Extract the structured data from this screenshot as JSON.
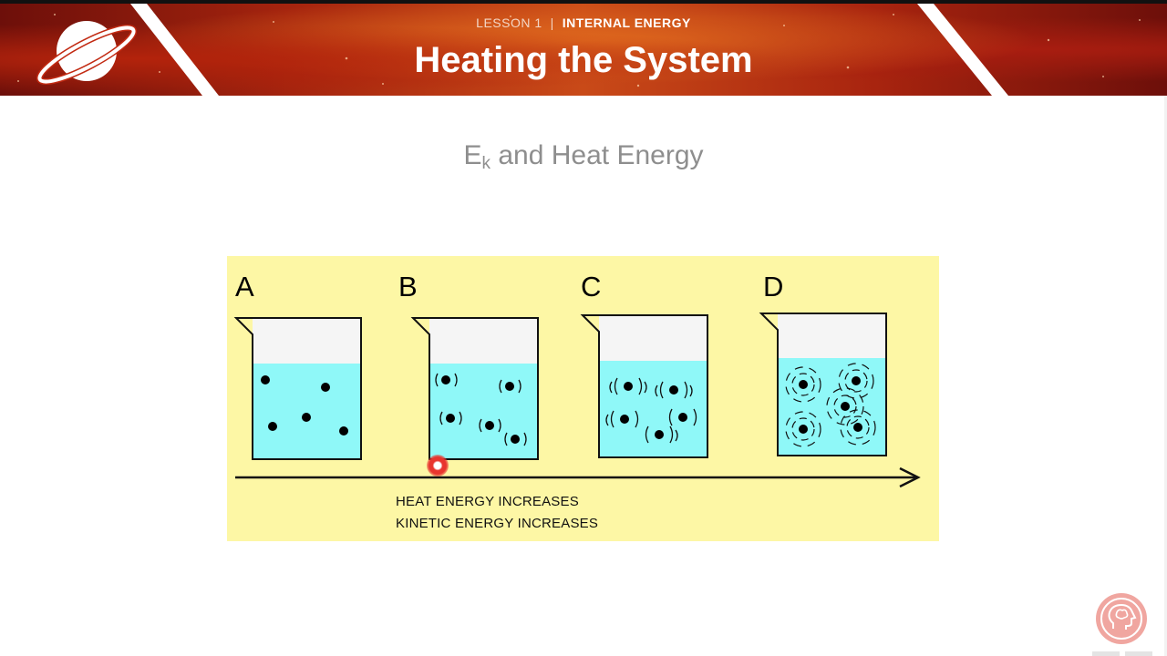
{
  "header": {
    "lesson": "LESSON 1",
    "topic": "INTERNAL ENERGY",
    "title": "Heating the System",
    "logo_icon": "planet-icon"
  },
  "slide": {
    "heading_main": "E",
    "heading_sub": "k",
    "heading_rest": " and Heat Energy"
  },
  "diagram": {
    "background": "#fdf7a5",
    "water_color": "#8ff8f8",
    "beakers": [
      {
        "label": "A",
        "motion": "none"
      },
      {
        "label": "B",
        "motion": "small"
      },
      {
        "label": "C",
        "motion": "medium"
      },
      {
        "label": "D",
        "motion": "large"
      }
    ],
    "arrow_caption_1": "HEAT ENERGY INCREASES",
    "arrow_caption_2": "KINETIC ENERGY INCREASES"
  },
  "controls": {
    "help_icon": "head-brain-icon",
    "pointer_color": "#e8352e"
  }
}
